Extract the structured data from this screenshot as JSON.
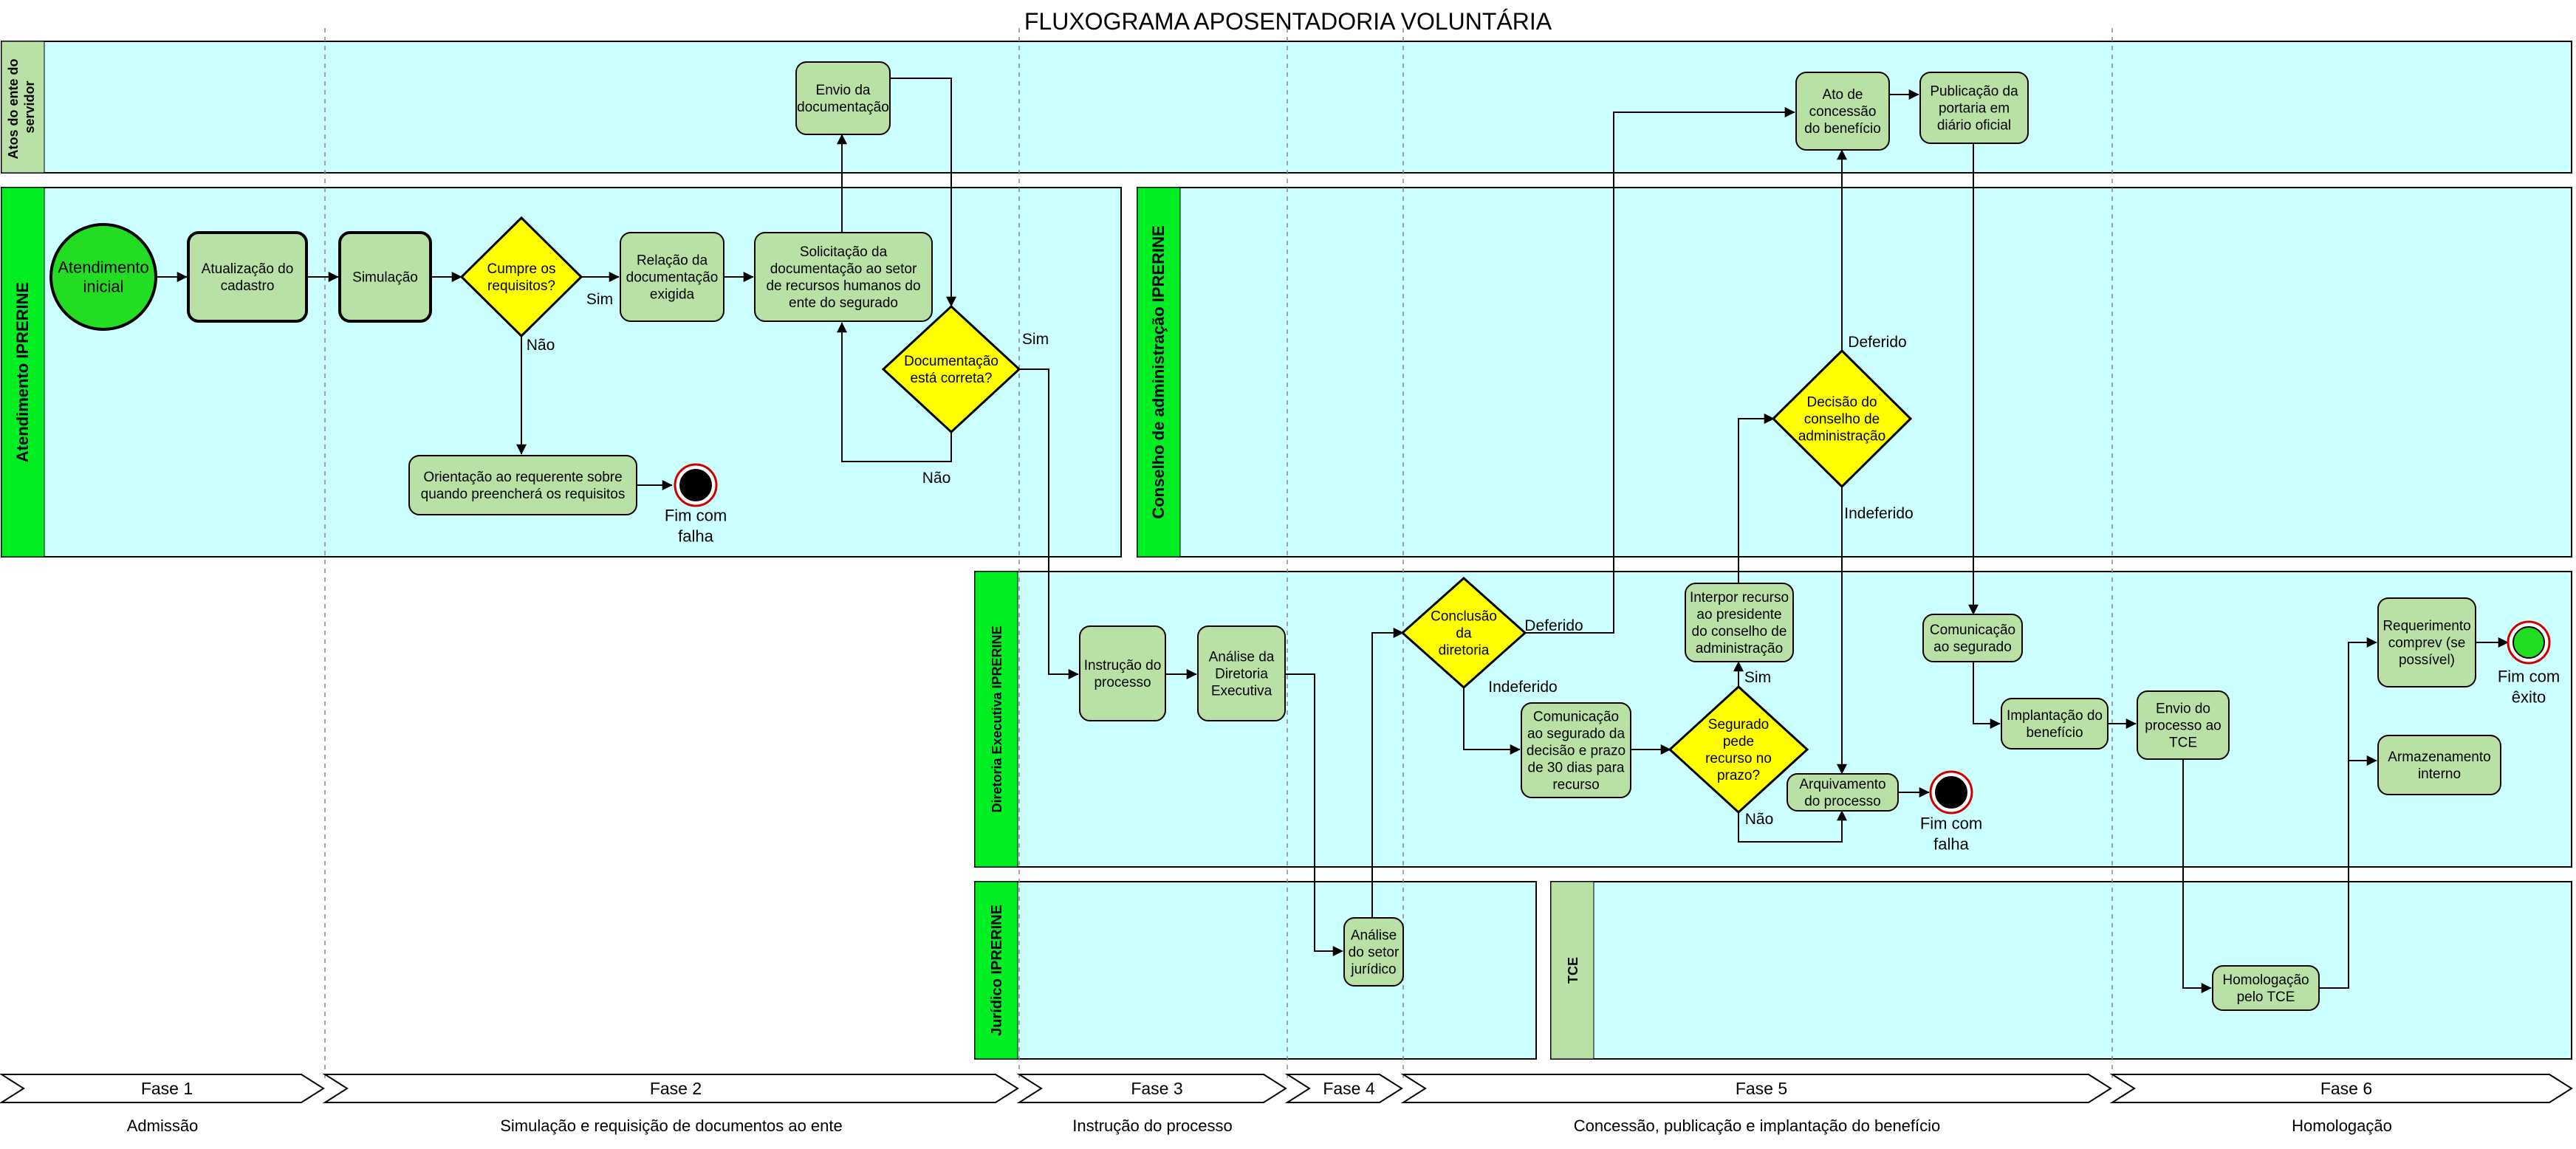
{
  "title": "FLUXOGRAMA APOSENTADORIA VOLUNTÁRIA",
  "lanes": {
    "ente": [
      "Atos do ente do",
      "servidor"
    ],
    "atendimento": "Atendimento IPRERINE",
    "conselho": "Conselho de administração IPRERINE",
    "diretoria": "Diretoria Executiva IPRERINE",
    "juridico": "Jurídico IPRERINE",
    "tce": "TCE"
  },
  "nodes": {
    "inicio": [
      "Atendimento",
      "inicial"
    ],
    "atualizacao": [
      "Atualização do",
      "cadastro"
    ],
    "simulacao": [
      "Simulação"
    ],
    "cumpre": [
      "Cumpre os",
      "requisitos?"
    ],
    "relacao": [
      "Relação da",
      "documentação",
      "exigida"
    ],
    "orientacao": [
      "Orientação ao requerente sobre",
      "quando preencherá os requisitos"
    ],
    "fim_falha_1": [
      "Fim com",
      "falha"
    ],
    "solicitacao": [
      "Solicitação da",
      "documentação ao setor",
      "de recursos humanos do",
      "ente do segurado"
    ],
    "envio_doc": [
      "Envio da",
      "documentação"
    ],
    "doc_correta": [
      "Documentação",
      "está correta?"
    ],
    "instrucao": [
      "Instrução do",
      "processo"
    ],
    "analise_dir": [
      "Análise da",
      "Diretoria",
      "Executiva"
    ],
    "analise_jur": [
      "Análise",
      "do setor",
      "jurídico"
    ],
    "conclusao": [
      "Conclusão",
      "da",
      "diretoria"
    ],
    "comunicacao_prazo": [
      "Comunicação",
      "ao segurado da",
      "decisão e prazo",
      "de 30 dias para",
      "recurso"
    ],
    "segurado_recurso": [
      "Segurado",
      "pede",
      "recurso no",
      "prazo?"
    ],
    "interpor": [
      "Interpor recurso",
      "ao presidente",
      "do conselho de",
      "administração"
    ],
    "decisao_conselho": [
      "Decisão do",
      "conselho de",
      "administração"
    ],
    "arquivamento": [
      "Arquivamento",
      "do processo"
    ],
    "fim_falha_2": [
      "Fim com",
      "falha"
    ],
    "ato_concessao": [
      "Ato de",
      "concessão",
      "do benefício"
    ],
    "publicacao": [
      "Publicação da",
      "portaria em",
      "diário oficial"
    ],
    "comunicacao_seg": [
      "Comunicação",
      "ao segurado"
    ],
    "implantacao": [
      "Implantação do",
      "benefício"
    ],
    "envio_tce": [
      "Envio do",
      "processo ao",
      "TCE"
    ],
    "homologacao": [
      "Homologação",
      "pelo TCE"
    ],
    "requerimento": [
      "Requerimento",
      "comprev (se",
      "possível)"
    ],
    "armazenamento": [
      "Armazenamento",
      "interno"
    ],
    "fim_exito": [
      "Fim com",
      "êxito"
    ]
  },
  "edge_labels": {
    "sim_1": "Sim",
    "nao_1": "Não",
    "sim_2": "Sim",
    "nao_2": "Não",
    "deferido_1": "Deferido",
    "indeferido_1": "Indeferido",
    "sim_3": "Sim",
    "nao_3": "Não",
    "deferido_2": "Deferido",
    "indeferido_2": "Indeferido"
  },
  "phases": [
    {
      "label": "Fase 1",
      "caption": "Admissão"
    },
    {
      "label": "Fase 2",
      "caption": "Simulação e requisição de documentos ao ente"
    },
    {
      "label": "Fase 3",
      "caption": "Instrução do processo"
    },
    {
      "label": "Fase 4",
      "caption": ""
    },
    {
      "label": "Fase 5",
      "caption": "Concessão, publicação e implantação do benefício"
    },
    {
      "label": "Fase 6",
      "caption": "Homologação"
    }
  ],
  "colors": {
    "lane_fill": "#ccffff",
    "lane_header": "#00ee22",
    "lane_header_light": "#b9e0a5",
    "task_fill": "#b9e0a5",
    "decision_fill": "#ffff00",
    "start_fill": "#22dd22",
    "end_stroke": "#cc0000",
    "edge_label": "#660000"
  }
}
